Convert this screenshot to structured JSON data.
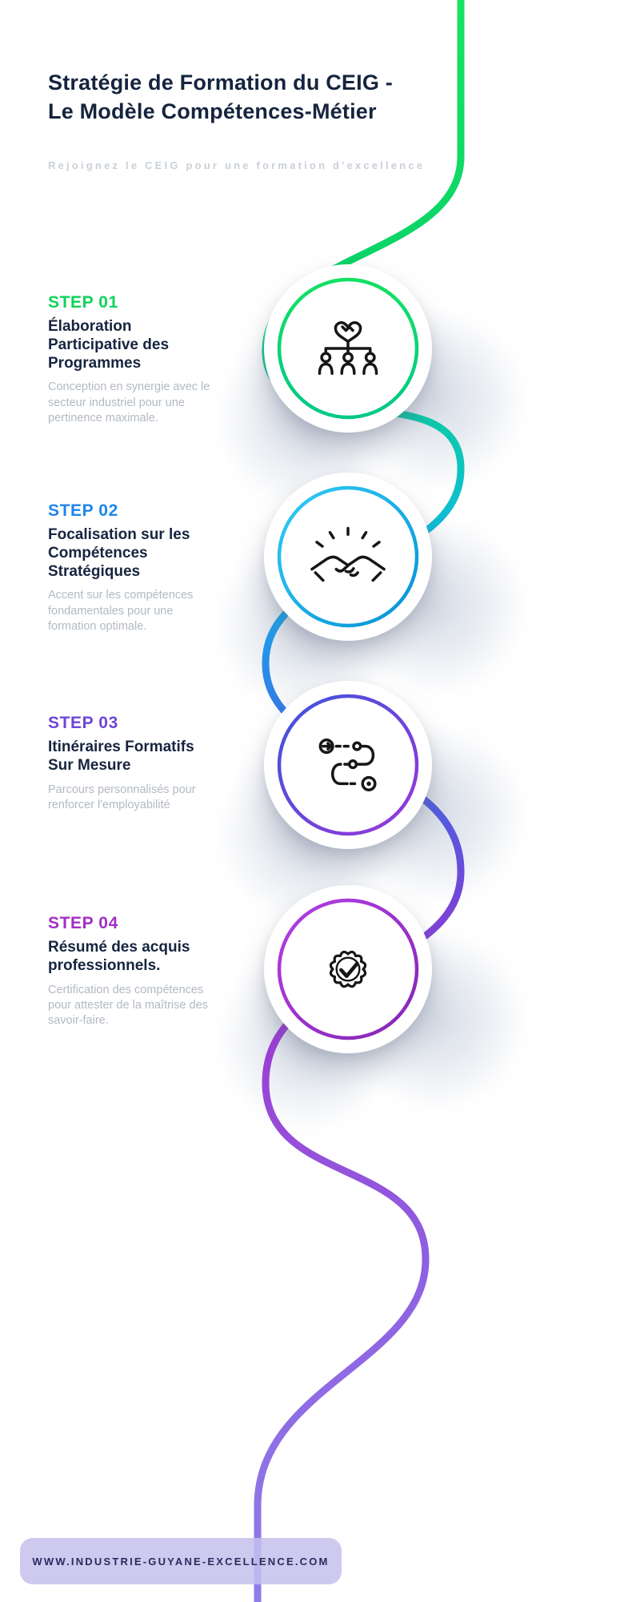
{
  "header": {
    "title_line1": "Stratégie de Formation du CEIG -",
    "title_line2": "Le Modèle Compétences-Métier",
    "subtitle": "Rejoignez le CEIG pour une formation d'excellence"
  },
  "steps": [
    {
      "label": "STEP 01",
      "title": "Élaboration Participative des Programmes",
      "description": "Conception en synergie avec le secteur industriel pour une pertinence maximale.",
      "accent_color": "#0ed45a",
      "icon": "partnership-orgchart-icon"
    },
    {
      "label": "STEP 02",
      "title": "Focalisation sur les Compétences Stratégiques",
      "description": "Accent sur les compétences fondamentales pour une formation optimale.",
      "accent_color": "#1e86ea",
      "icon": "handshake-icon"
    },
    {
      "label": "STEP 03",
      "title": "Itinéraires Formatifs Sur Mesure",
      "description": "Parcours personnalisés pour renforcer l'employabilité",
      "accent_color": "#6d46d8",
      "icon": "route-milestones-icon"
    },
    {
      "label": "STEP 04",
      "title": "Résumé des acquis professionnels.",
      "description": "Certification des compétences pour attester de la maîtrise des savoir-faire.",
      "accent_color": "#a22fc4",
      "icon": "certified-badge-icon"
    }
  ],
  "footer": {
    "website": "WWW.INDUSTRIE-GUYANE-EXCELLENCE.COM"
  },
  "colors": {
    "title_text": "#15243e",
    "subtitle_text": "#cad0d8",
    "description_text": "#b3b9c2",
    "step1_ring": "#12e161",
    "step2_ring": "#19b6ec",
    "step3_ring_start": "#3c55dd",
    "step3_ring_end": "#9a36d9",
    "step4_ring": "#9c30c9",
    "curve_gradient": [
      "#16e45f",
      "#12b2ea",
      "#3e69e6",
      "#9d39d2",
      "#8f7de9"
    ],
    "footer_pill": "#c5c1ec",
    "footer_text": "#2b2a5e"
  }
}
